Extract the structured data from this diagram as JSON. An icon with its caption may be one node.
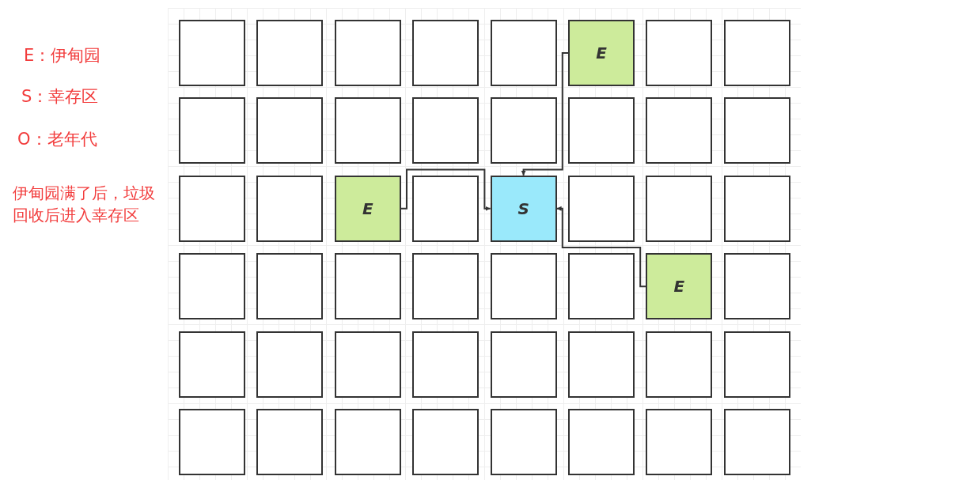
{
  "diagram": {
    "nodes": [
      {
        "text": [],
        "shape": "box"
      },
      {
        "text": [],
        "shape": "box"
      },
      {
        "text": [],
        "shape": "box"
      },
      {
        "text": [],
        "shape": "box"
      },
      {
        "text": [],
        "shape": "box"
      },
      {
        "text": [
          "E"
        ]
      },
      {
        "text": [],
        "shape": "box"
      },
      {
        "text": [],
        "shape": "box"
      },
      {
        "text": [],
        "shape": "box"
      },
      {
        "text": [],
        "shape": "box"
      },
      {
        "text": [],
        "shape": "box"
      },
      {
        "text": [],
        "shape": "box"
      },
      {
        "text": [],
        "shape": "box"
      },
      {
        "text": [],
        "shape": "box"
      },
      {
        "text": [],
        "shape": "box"
      },
      {
        "text": [],
        "shape": "box"
      },
      {
        "text": [],
        "shape": "box"
      },
      {
        "text": [],
        "shape": "box"
      },
      {
        "text": [
          "E"
        ]
      },
      {
        "text": [],
        "shape": "box"
      },
      {
        "text": [
          "S"
        ]
      },
      {
        "text": [],
        "shape": "box"
      },
      {
        "text": [],
        "shape": "box"
      },
      {
        "text": [],
        "shape": "box"
      },
      {
        "text": [],
        "shape": "box"
      },
      {
        "text": [],
        "shape": "box"
      },
      {
        "text": [],
        "shape": "box"
      },
      {
        "text": [],
        "shape": "box"
      },
      {
        "text": [],
        "shape": "box"
      },
      {
        "text": [],
        "shape": "box"
      },
      {
        "text": [
          "E"
        ]
      },
      {
        "text": [],
        "shape": "box"
      },
      {
        "text": [],
        "shape": "box"
      },
      {
        "text": [],
        "shape": "box"
      },
      {
        "text": [],
        "shape": "box"
      },
      {
        "text": [],
        "shape": "box"
      },
      {
        "text": [],
        "shape": "box"
      },
      {
        "text": [],
        "shape": "box"
      },
      {
        "text": [],
        "shape": "box"
      },
      {
        "text": [],
        "shape": "box"
      },
      {
        "text": [],
        "shape": "box"
      },
      {
        "text": [],
        "shape": "box"
      },
      {
        "text": [],
        "shape": "box"
      },
      {
        "text": [],
        "shape": "box"
      },
      {
        "text": [],
        "shape": "box"
      },
      {
        "text": [],
        "shape": "box"
      },
      {
        "text": [],
        "shape": "box"
      },
      {
        "text": [],
        "shape": "box"
      }
    ],
    "edges": [
      {
        "from": 5,
        "to": 20,
        "arrow": "to"
      },
      {
        "from": 18,
        "to": 20,
        "arrow": "to"
      },
      {
        "from": 30,
        "to": 20,
        "arrow": "to"
      }
    ],
    "labels": [
      "E：伊甸园",
      "S：幸存区",
      "O：老年代",
      "伊甸园满了后，垃圾回收后进入幸存区"
    ]
  }
}
